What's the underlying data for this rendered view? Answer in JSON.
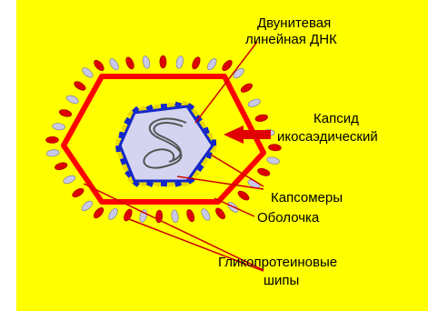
{
  "colors": {
    "background": "#ffff00",
    "envelope": "#ff0000",
    "spike_red": "#dd0000",
    "spike_lavender": "#c8c8e8",
    "capsid_fill": "#d4d4f0",
    "capsomere_blue": "#1428c8",
    "capsomere_yellow": "#e8d800",
    "arrow": "#e00000",
    "leader_line": "#cc0000",
    "text": "#000000"
  },
  "labels": {
    "dna_line1": "Двунитевая",
    "dna_line2": "линейная ДНК",
    "capsid_line1": "Капсид",
    "capsid_line2": "икосаэдический",
    "capsomeres": "Капсомеры",
    "envelope": "Оболочка",
    "spikes_line1": "Гликопротеиновые",
    "spikes_line2": "шипы"
  }
}
